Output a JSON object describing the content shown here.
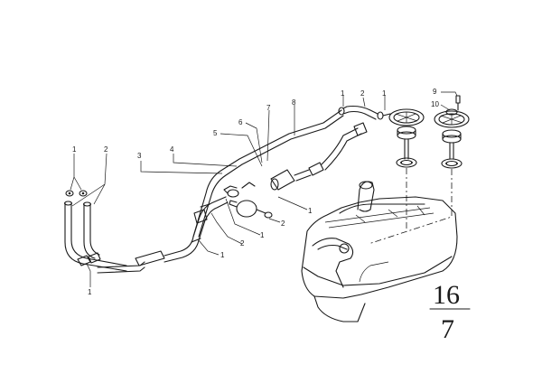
{
  "callouts": {
    "c1_left": "1",
    "c2_left": "2",
    "c1_bottom": "1",
    "c1_mid_a": "1",
    "c2_mid_a": "2",
    "c1_mid_b": "1",
    "c2_mid_b": "2",
    "c1_mid_c": "1",
    "c3": "3",
    "c4": "4",
    "c5": "5",
    "c6": "6",
    "c7": "7",
    "c8": "8",
    "c1_top_a": "1",
    "c2_top": "2",
    "c1_top_b": "1",
    "c9": "9",
    "c10": "10"
  },
  "page_ref": {
    "numerator": "16",
    "denominator": "7"
  }
}
